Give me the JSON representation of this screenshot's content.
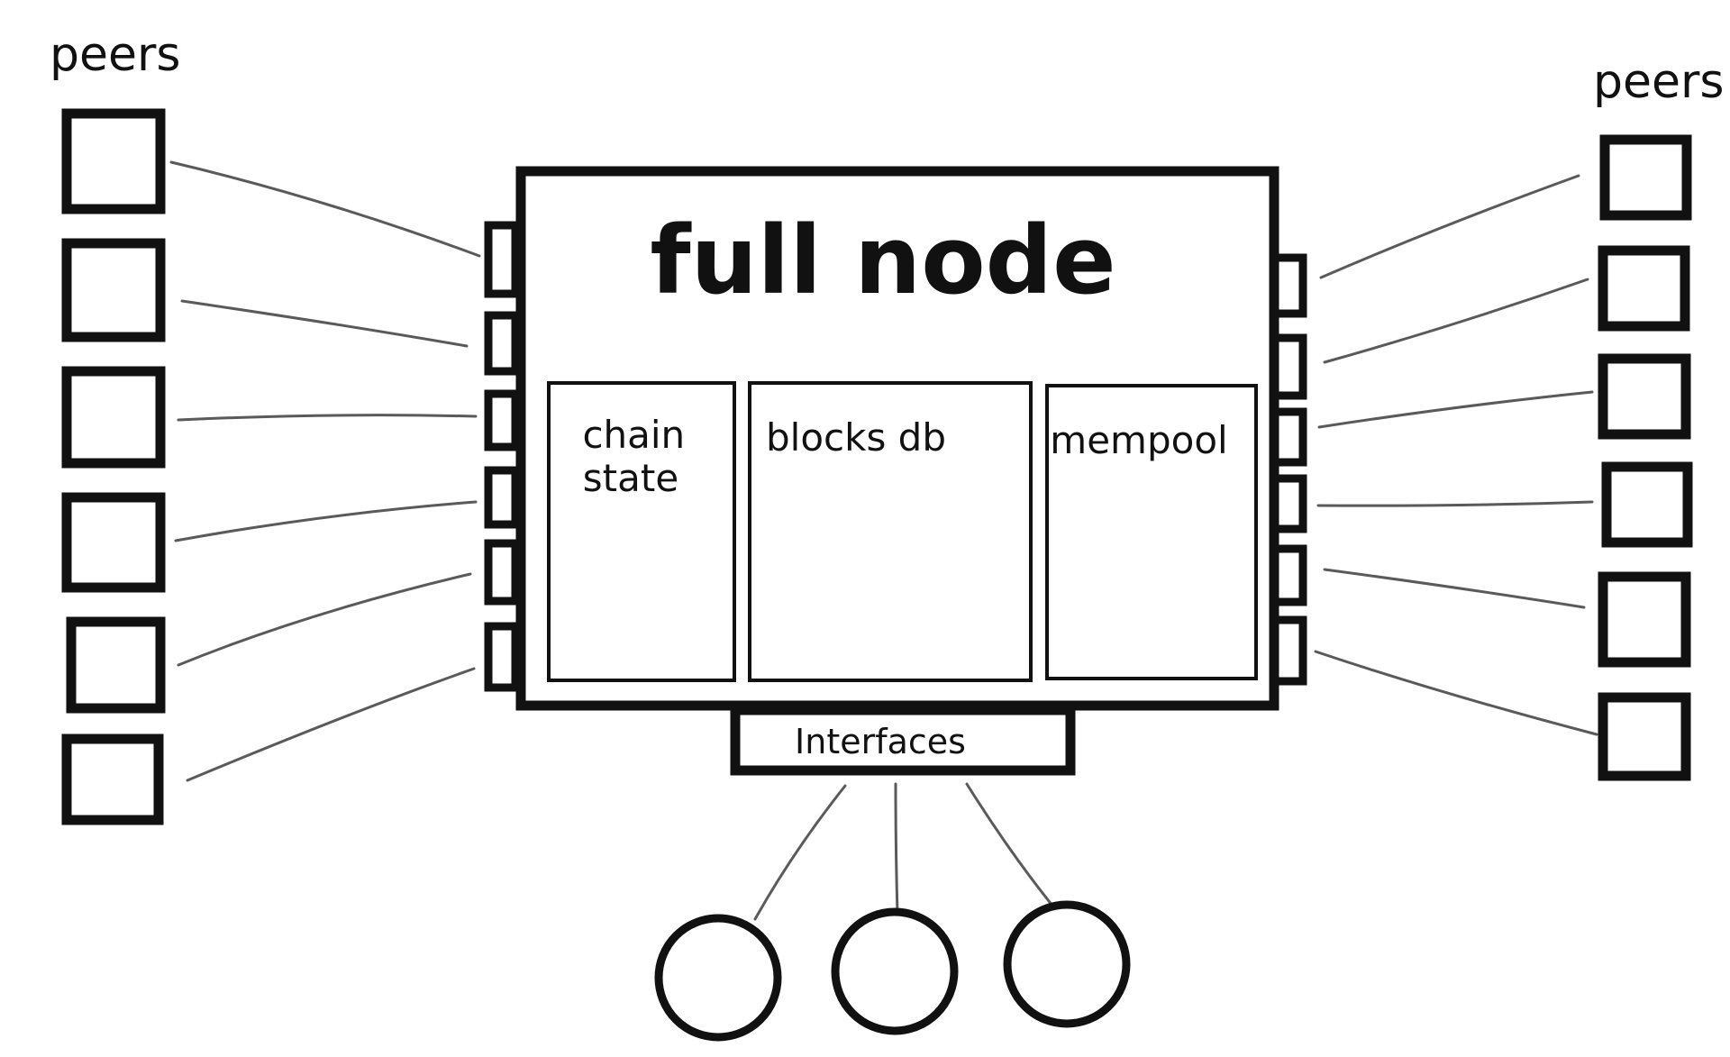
{
  "diagram": {
    "title": "full node",
    "peers_left_label": "peers",
    "peers_right_label": "peers",
    "components": {
      "chain_state": [
        "chain",
        "state"
      ],
      "blocks_db": "blocks db",
      "mempool": "mempool"
    },
    "interfaces_label": "Interfaces",
    "left_peer_count": 6,
    "right_peer_count": 6,
    "interface_client_count": 3
  }
}
